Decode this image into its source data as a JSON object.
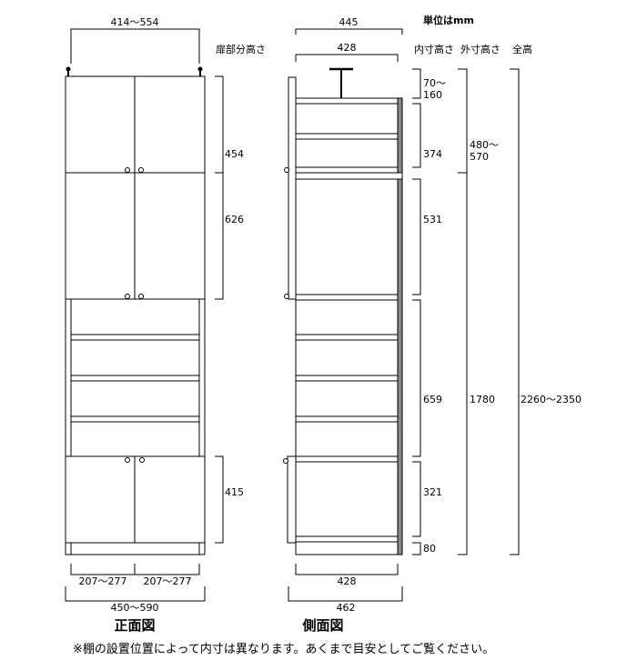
{
  "unit_label": "単位はmm",
  "headers": {
    "door_height": "扉部分高さ",
    "inner_height": "内寸高さ",
    "outer_height": "外寸高さ",
    "total_height": "全高"
  },
  "front": {
    "caption": "正面図",
    "top_width": "414〜554",
    "upper_door_1": "454",
    "upper_door_2": "626",
    "lower_door": "415",
    "door_width_left": "207〜277",
    "door_width_right": "207〜277",
    "outer_width": "450〜590"
  },
  "side": {
    "caption": "側面図",
    "top_depth_outer": "445",
    "top_depth_inner": "428",
    "bottom_depth_inner": "428",
    "bottom_depth_outer": "462"
  },
  "inner_heights": {
    "top_1": "70〜",
    "top_2": "160",
    "s1": "374",
    "s2": "531",
    "s3": "659",
    "s4": "321",
    "s5": "80"
  },
  "outer_heights": {
    "upper_1": "480〜",
    "upper_2": "570",
    "lower": "1780"
  },
  "total_height": "2260〜2350",
  "note": "※棚の設置位置によって内寸は異なります。あくまで目安としてご覧ください。"
}
